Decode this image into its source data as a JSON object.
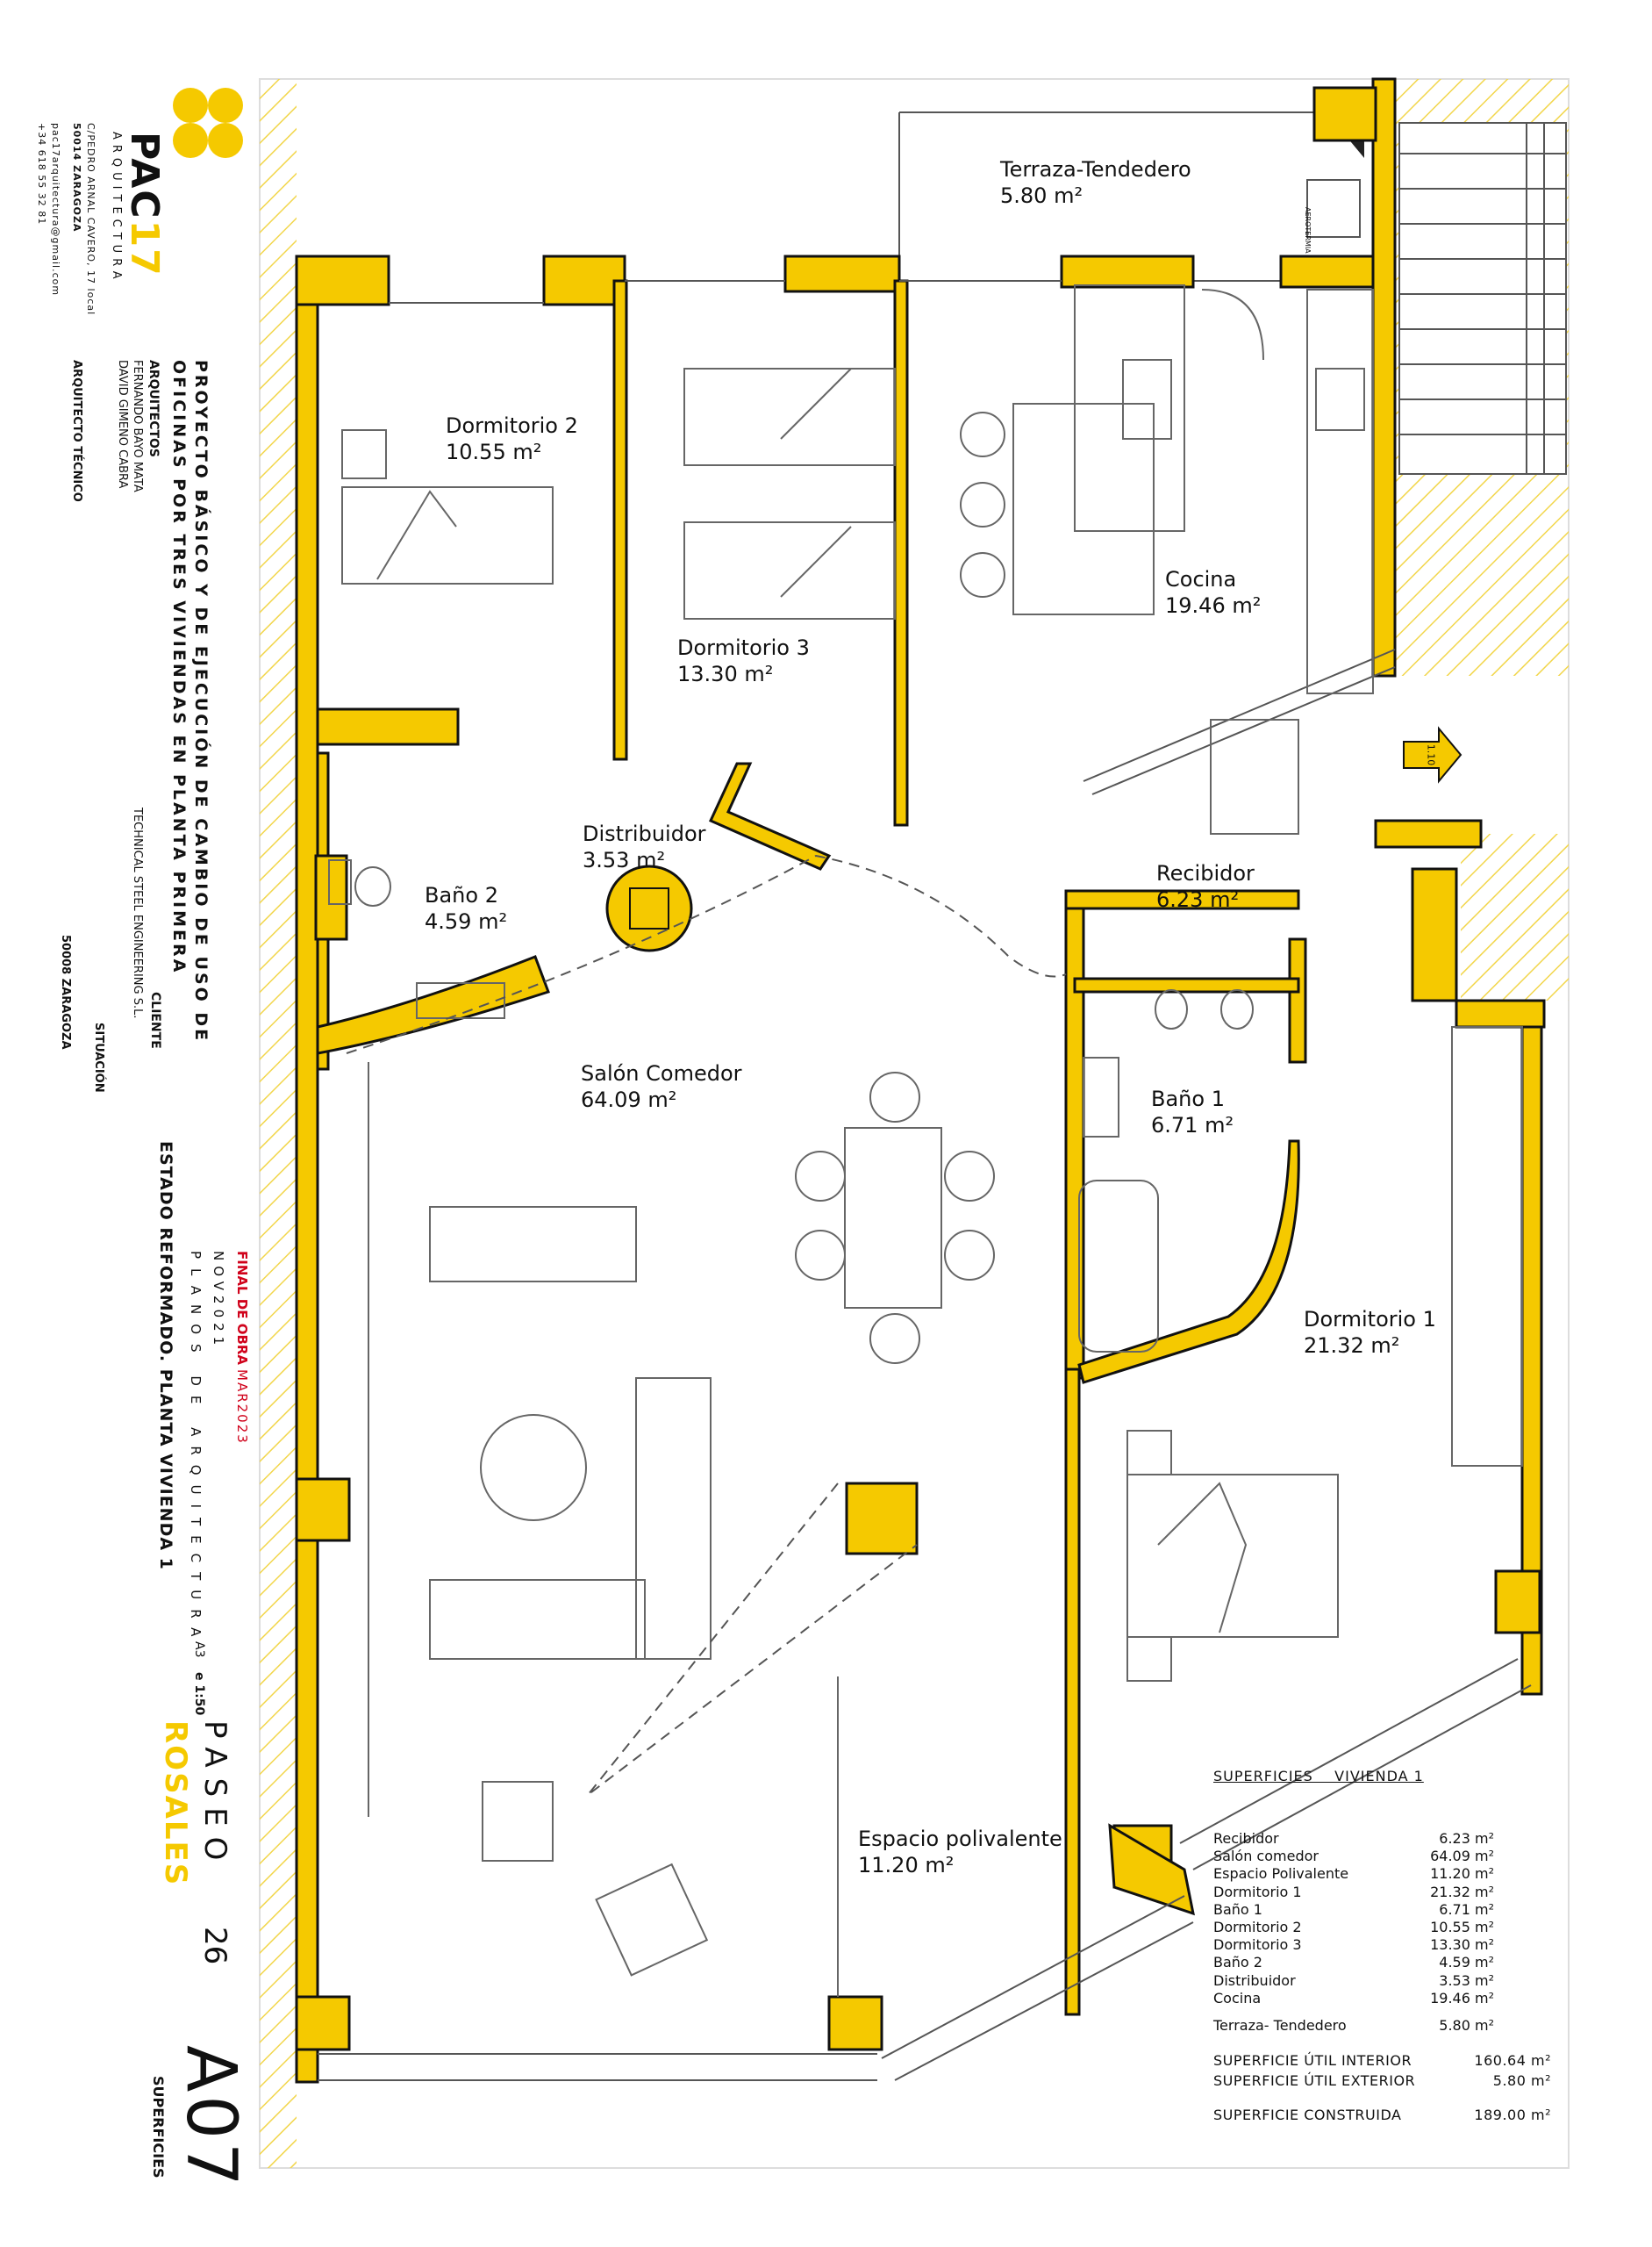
{
  "firm": {
    "name_a": "PAC",
    "name_b": "17",
    "subtitle": "ARQUITECTURA",
    "address": "C/PEDRO ARNAL CAVERO, 17 local",
    "postal": "50014 ZARAGOZA",
    "email": "pac17arquitectura@gmail.com",
    "phone": "+34 618 55 32 81",
    "logo_color": "#F5C900"
  },
  "project": {
    "title_line1": "PROYECTO BÁSICO Y DE EJECUCIÓN DE CAMBIO DE USO DE",
    "title_line2": "OFICINAS POR TRES VIVIENDAS EN PLANTA PRIMERA",
    "architects_label": "ARQUITECTOS",
    "architect_1": "FERNANDO BAYO MATA",
    "architect_2": "DAVID GIMENO CABRA",
    "tech_label": "ARQUITECTO TÉCNICO",
    "client_label": "CLIENTE",
    "client": "TECHNICAL STEEL ENGINEERING S.L.",
    "situation_label": "SITUACIÓN",
    "situation_city": "50008 ZARAGOZA",
    "status_label": "FINAL DE OBRA",
    "status_date": "MAR2023",
    "date": "NOV2021",
    "plans_label": "PLANOS DE ARQUITECTURA",
    "sheet_format": "A3",
    "scale": "e 1:50",
    "drawing_title": "ESTADO REFORMADO. PLANTA VIVIENDA 1",
    "street_a": "PASEO",
    "street_b": "ROSALES",
    "street_num": "26",
    "sheet_code": "A07",
    "sheet_name": "SUPERFICIES",
    "accent_red": "#D0021B"
  },
  "rooms": {
    "terraza": {
      "name": "Terraza-Tendedero",
      "area": "5.80 m²"
    },
    "dorm2": {
      "name": "Dormitorio 2",
      "area": "10.55 m²"
    },
    "dorm3": {
      "name": "Dormitorio 3",
      "area": "13.30 m²"
    },
    "cocina": {
      "name": "Cocina",
      "area": "19.46 m²"
    },
    "distribuidor": {
      "name": "Distribuidor",
      "area": "3.53 m²"
    },
    "bano2": {
      "name": "Baño 2",
      "area": "4.59 m²"
    },
    "recibidor": {
      "name": "Recibidor",
      "area": "6.23 m²"
    },
    "salon": {
      "name": "Salón Comedor",
      "area": "64.09 m²"
    },
    "bano1": {
      "name": "Baño 1",
      "area": "6.71 m²"
    },
    "dorm1": {
      "name": "Dormitorio 1",
      "area": "21.32 m²"
    },
    "espacio": {
      "name": "Espacio polivalente",
      "area": "11.20 m²"
    }
  },
  "labels": {
    "aerotermia": "AEROTERMIA",
    "level": "1.10"
  },
  "table": {
    "header": "SUPERFICIES    VIVIENDA 1",
    "rows": [
      {
        "name": "Recibidor",
        "value": "6.23 m²"
      },
      {
        "name": "Salón comedor",
        "value": "64.09 m²"
      },
      {
        "name": "Espacio Polivalente",
        "value": "11.20 m²"
      },
      {
        "name": "Dormitorio 1",
        "value": "21.32 m²"
      },
      {
        "name": "Baño 1",
        "value": "6.71 m²"
      },
      {
        "name": "Dormitorio 2",
        "value": "10.55 m²"
      },
      {
        "name": "Dormitorio 3",
        "value": "13.30 m²"
      },
      {
        "name": "Baño 2",
        "value": "4.59 m²"
      },
      {
        "name": "Distribuidor",
        "value": "3.53 m²"
      },
      {
        "name": "Cocina",
        "value": "19.46 m²"
      }
    ],
    "terraza": {
      "name": "Terraza- Tendedero",
      "value": "5.80 m²"
    },
    "util_interior": {
      "name": "SUPERFICIE ÚTIL INTERIOR",
      "value": "160.64 m²"
    },
    "util_exterior": {
      "name": "SUPERFICIE ÚTIL EXTERIOR",
      "value": "5.80 m²"
    },
    "construida": {
      "name": "SUPERFICIE CONSTRUIDA",
      "value": "189.00 m²"
    }
  },
  "colors": {
    "wall": "#F5C900",
    "hatch": "#F2D64B",
    "line": "#1a1a1a"
  }
}
